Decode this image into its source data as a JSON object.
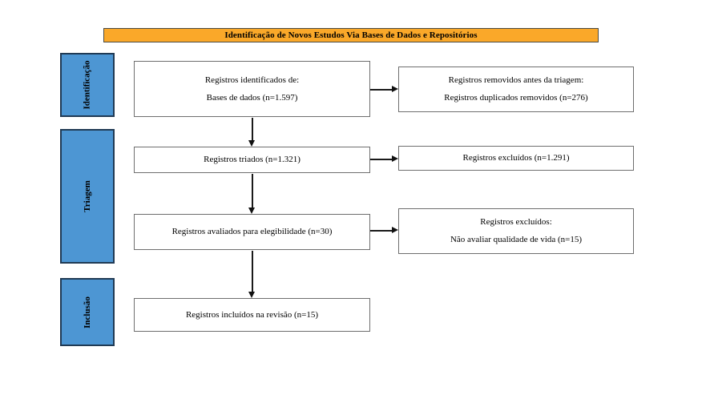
{
  "title": "Identificação de Novos Estudos Via Bases de Dados e Repositórios",
  "stages": {
    "identification": "Identificação",
    "screening": "Triagem",
    "inclusion": "Inclusão"
  },
  "boxes": {
    "identified": {
      "line1": "Registros identificados de:",
      "line2": "Bases de dados (n=1.597)"
    },
    "removed_before_screening": {
      "line1": "Registros removidos antes da triagem:",
      "line2": "Registros duplicados removidos (n=276)"
    },
    "screened": {
      "line1": "Registros triados (n=1.321)"
    },
    "excluded_screening": {
      "line1": "Registros excluídos (n=1.291)"
    },
    "assessed": {
      "line1": "Registros avaliados para elegibilidade (n=30)"
    },
    "excluded_eligibility": {
      "line1": "Registros excluídos:",
      "line2": "Não avaliar qualidade de vida (n=15)"
    },
    "included": {
      "line1": "Registros incluídos na revisão (n=15)"
    }
  },
  "colors": {
    "stage_fill": "#4d96d3",
    "stage_border": "#203a54",
    "title_fill": "#faa829",
    "title_border": "#4a4a42",
    "box_border": "#6e6e6e",
    "arrow": "#1a1a1a"
  }
}
